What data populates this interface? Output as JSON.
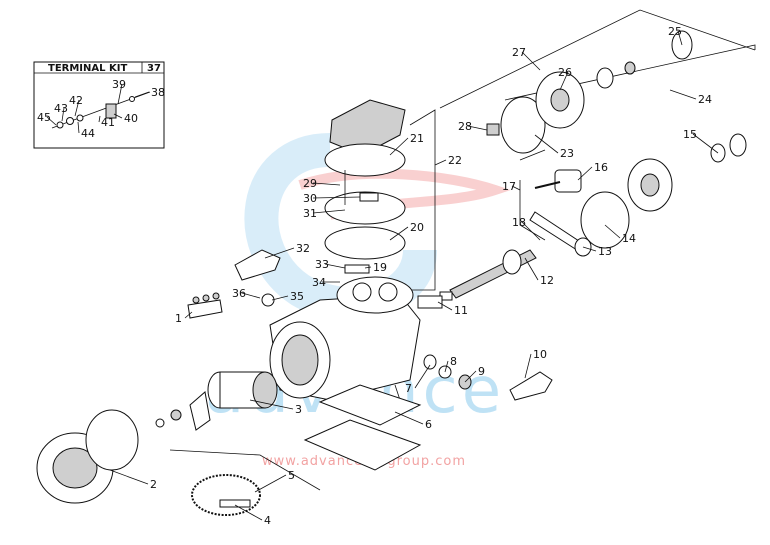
{
  "terminal_kit": {
    "title": "TERMINAL KIT",
    "number": "37"
  },
  "watermark": {
    "word": "advance",
    "url": "www.advancevw.group.com"
  },
  "callouts": [
    {
      "id": "c1",
      "text": "1"
    },
    {
      "id": "c2",
      "text": "2"
    },
    {
      "id": "c3",
      "text": "3"
    },
    {
      "id": "c4",
      "text": "4"
    },
    {
      "id": "c5",
      "text": "5"
    },
    {
      "id": "c6",
      "text": "6"
    },
    {
      "id": "c7",
      "text": "7"
    },
    {
      "id": "c8",
      "text": "8"
    },
    {
      "id": "c9",
      "text": "9"
    },
    {
      "id": "c10",
      "text": "10"
    },
    {
      "id": "c11",
      "text": "11"
    },
    {
      "id": "c12",
      "text": "12"
    },
    {
      "id": "c13",
      "text": "13"
    },
    {
      "id": "c14",
      "text": "14"
    },
    {
      "id": "c15",
      "text": "15"
    },
    {
      "id": "c16",
      "text": "16"
    },
    {
      "id": "c17",
      "text": "17"
    },
    {
      "id": "c18",
      "text": "18"
    },
    {
      "id": "c19",
      "text": "19"
    },
    {
      "id": "c20",
      "text": "20"
    },
    {
      "id": "c21",
      "text": "21"
    },
    {
      "id": "c22",
      "text": "22"
    },
    {
      "id": "c23",
      "text": "23"
    },
    {
      "id": "c24",
      "text": "24"
    },
    {
      "id": "c25",
      "text": "25"
    },
    {
      "id": "c26",
      "text": "26"
    },
    {
      "id": "c27",
      "text": "27"
    },
    {
      "id": "c28",
      "text": "28"
    },
    {
      "id": "c29",
      "text": "29"
    },
    {
      "id": "c30",
      "text": "30"
    },
    {
      "id": "c31",
      "text": "31"
    },
    {
      "id": "c32",
      "text": "32"
    },
    {
      "id": "c33",
      "text": "33"
    },
    {
      "id": "c34",
      "text": "34"
    },
    {
      "id": "c35",
      "text": "35"
    },
    {
      "id": "c36",
      "text": "36"
    },
    {
      "id": "c38",
      "text": "38"
    },
    {
      "id": "c39",
      "text": "39"
    },
    {
      "id": "c40",
      "text": "40"
    },
    {
      "id": "c41",
      "text": "41"
    },
    {
      "id": "c42",
      "text": "42"
    },
    {
      "id": "c43",
      "text": "43"
    },
    {
      "id": "c44",
      "text": "44"
    },
    {
      "id": "c45",
      "text": "45"
    }
  ]
}
